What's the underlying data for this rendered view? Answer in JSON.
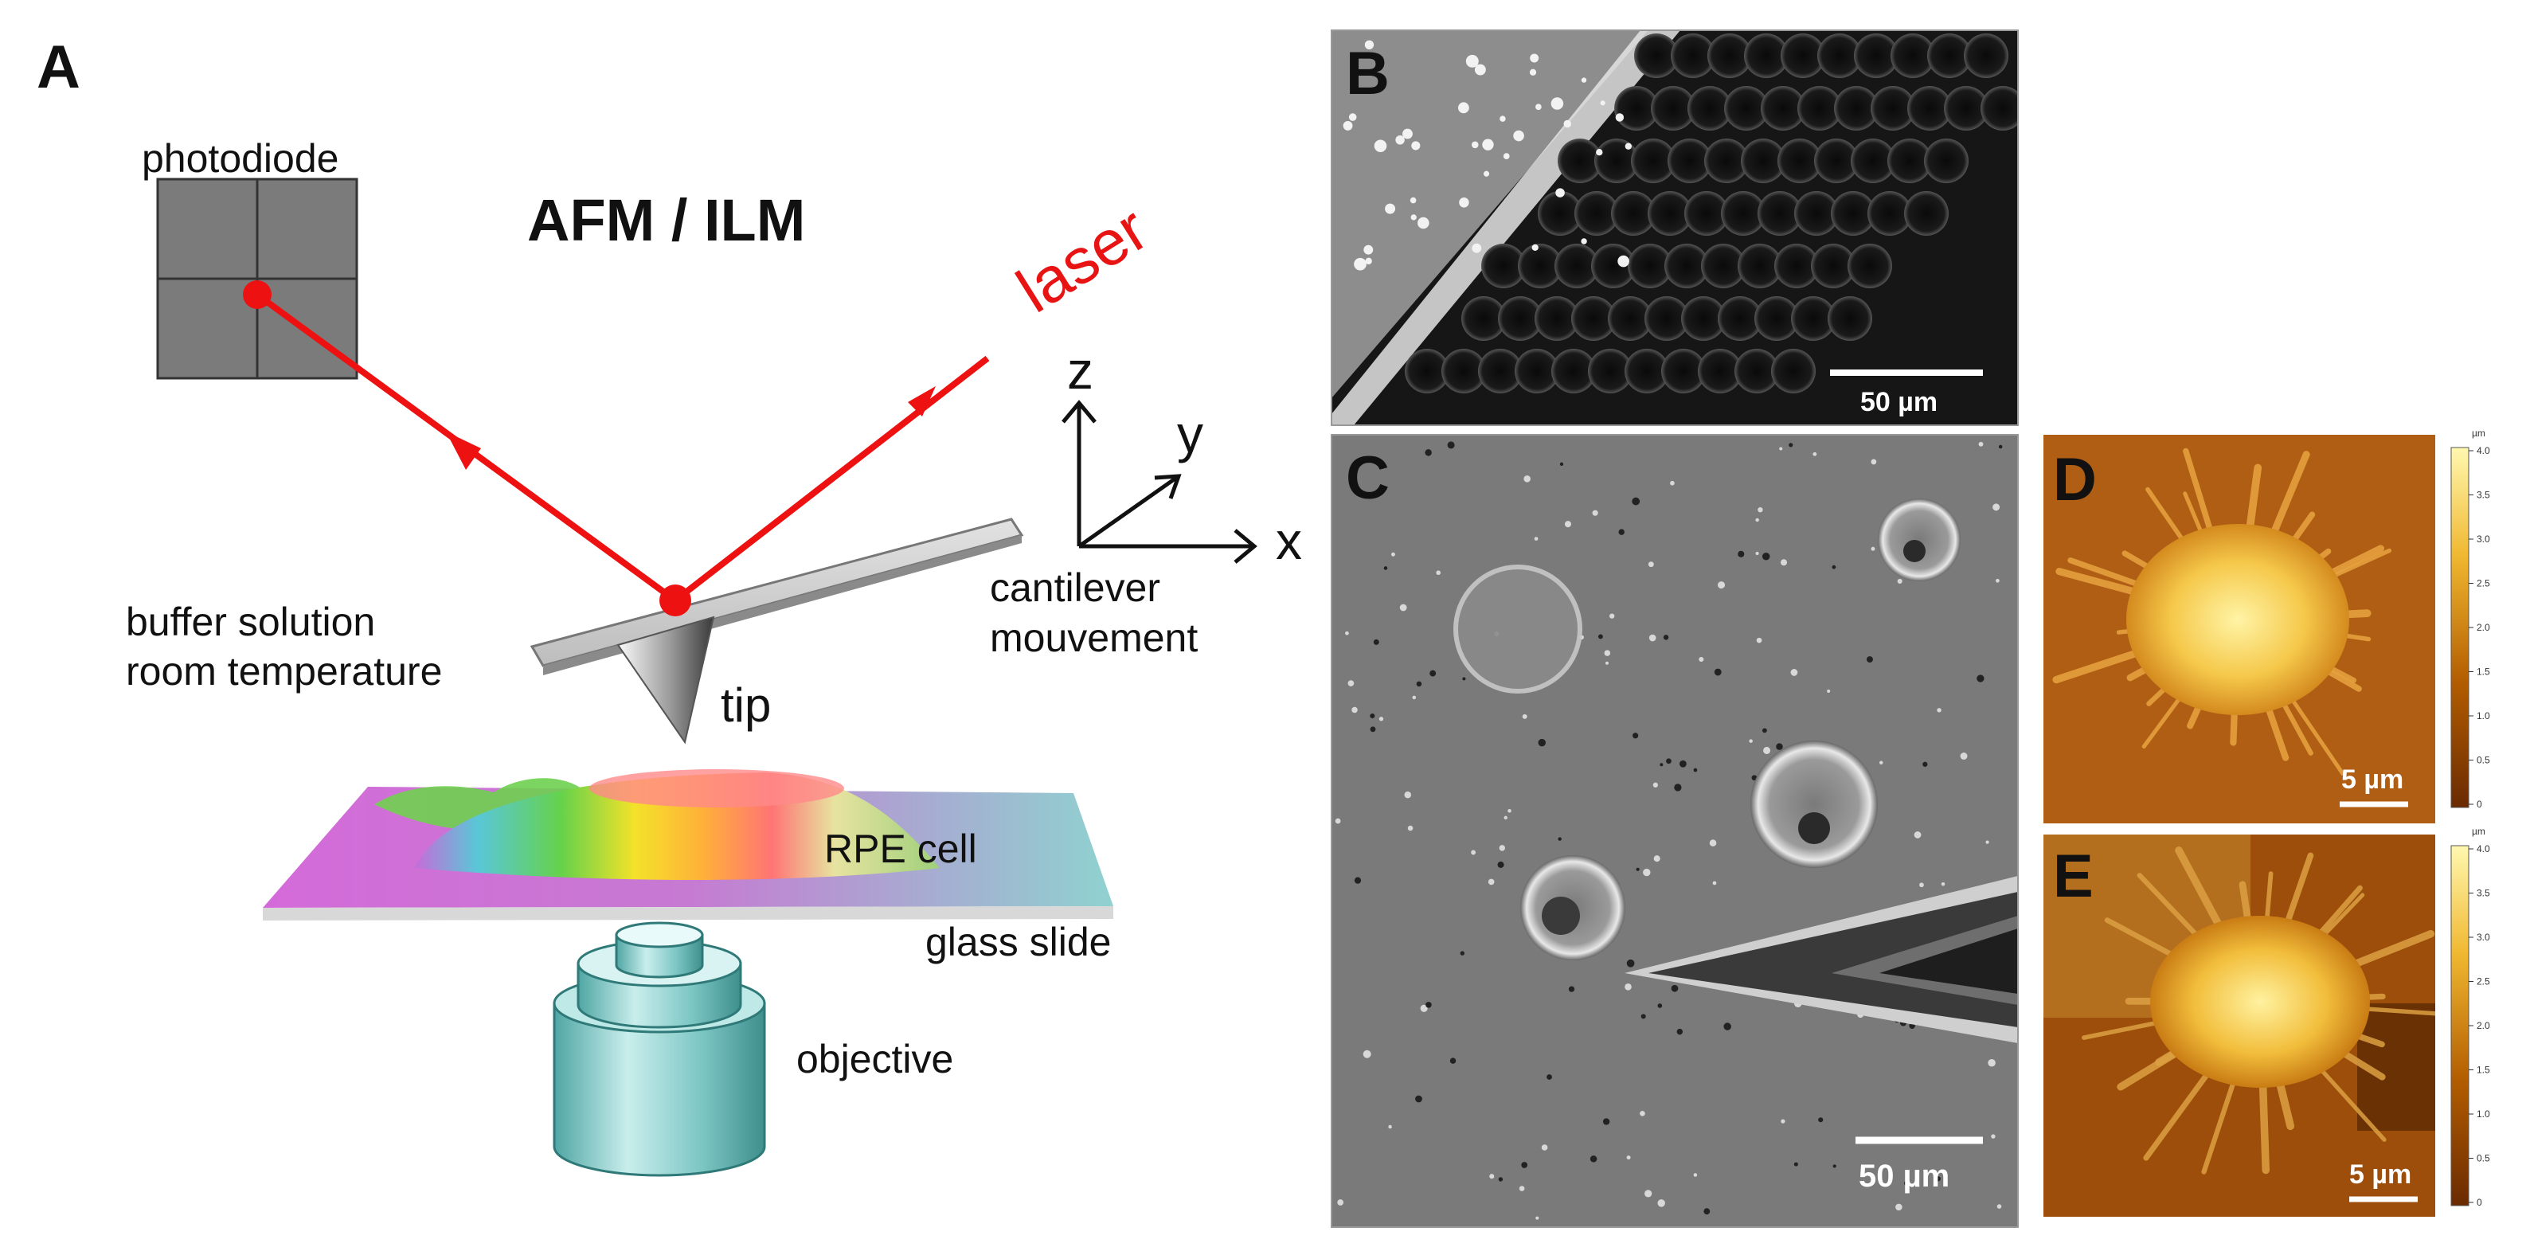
{
  "panels": {
    "a": "A",
    "b": "B",
    "c": "C",
    "d": "D",
    "e": "E"
  },
  "schematic": {
    "title": "AFM / ILM",
    "photodiode": "photodiode",
    "laser": "laser",
    "axes": {
      "z": "z",
      "y": "y",
      "x": "x"
    },
    "cantilever_line1": "cantilever",
    "cantilever_line2": "mouvement",
    "buffer_line1": "buffer solution",
    "buffer_line2": "room temperature",
    "tip": "tip",
    "cell": "RPE cell",
    "slide": "glass slide",
    "objective": "objective"
  },
  "micrographs": {
    "b_scalebar": "50 µm",
    "c_scalebar": "50 µm",
    "d_scalebar": "5 µm",
    "e_scalebar": "5 µm"
  },
  "colorbar": {
    "unit": "µm",
    "ticks": [
      "4.0",
      "3.5",
      "3.0",
      "2.5",
      "2.0",
      "1.5",
      "1.0",
      "0.5",
      "0"
    ]
  },
  "colors": {
    "laser": "#ee1111",
    "afm_low": "#6a2a00",
    "afm_high": "#fff3a0",
    "objective": "#7fc8c6"
  }
}
